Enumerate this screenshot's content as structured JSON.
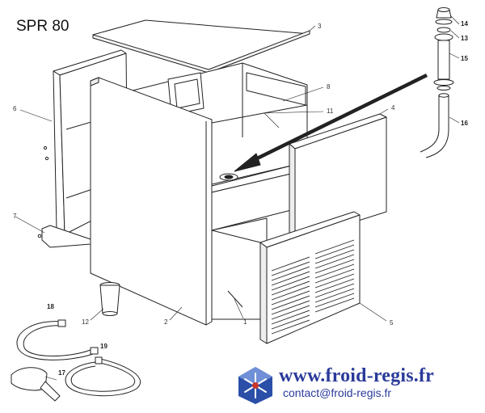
{
  "title": "SPR 80",
  "website": "www.froid-regis.fr",
  "contact": "contact@froid-regis.fr",
  "callouts": {
    "c1": "1",
    "c2": "2",
    "c3": "3",
    "c4": "4",
    "c5": "5",
    "c6": "6",
    "c7": "7",
    "c8": "8",
    "c11": "11",
    "c12": "12",
    "c13": "13",
    "c14": "14",
    "c15": "15",
    "c16": "16",
    "c17": "17",
    "c18": "18",
    "c19": "19"
  },
  "colors": {
    "brand": "#2a3a9a",
    "line": "#222222",
    "logo_blue": "#2b4fa8"
  },
  "icons": {
    "logo": "snowflake-logo-icon"
  }
}
